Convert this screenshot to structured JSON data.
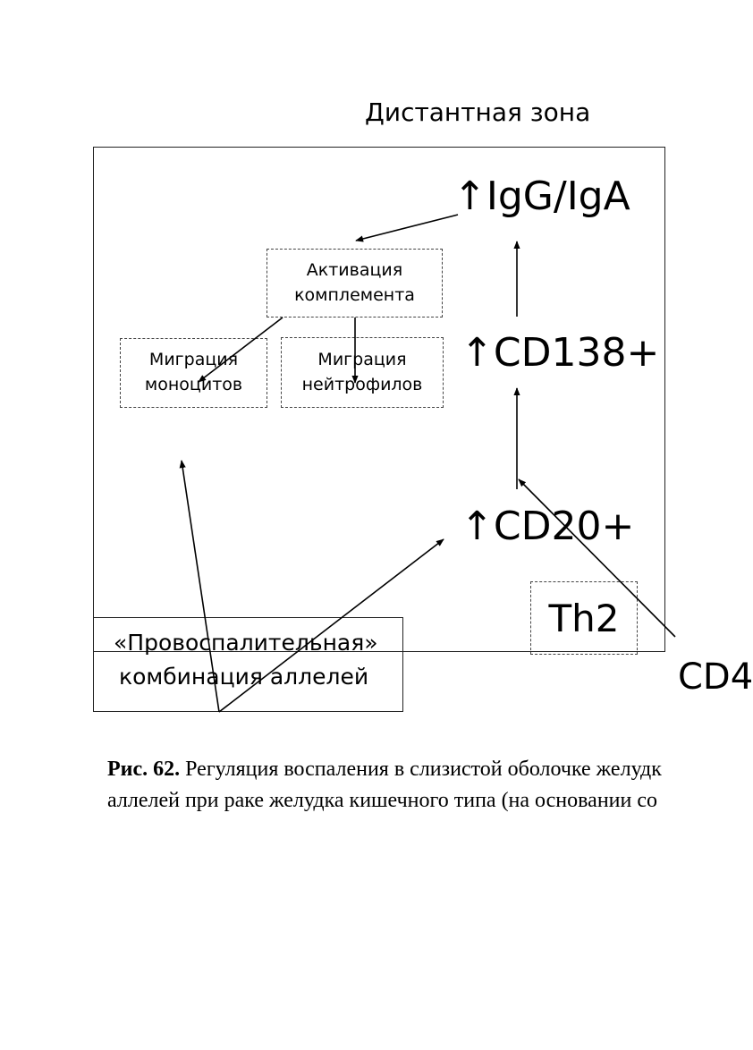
{
  "diagram": {
    "zone_title": "Дистантная зона",
    "igg": "↑IgG/IgA",
    "cd138": "↑CD138+",
    "cd20": "↑CD20+",
    "complement": "Активация комплемента",
    "monocytes": "Миграция моноцитов",
    "neutrophils": "Миграция нейтрофилов",
    "th2": "Th2",
    "allele_line1": "«Провоспалительная»",
    "allele_line2": "комбинация аллелей",
    "cd4": "CD4"
  },
  "caption": {
    "label": "Рис. 62.",
    "line1": " Регуляция воспаления в слизистой оболочке желудк",
    "line2": "аллелей при раке желудка кишечного типа (на основании со"
  }
}
